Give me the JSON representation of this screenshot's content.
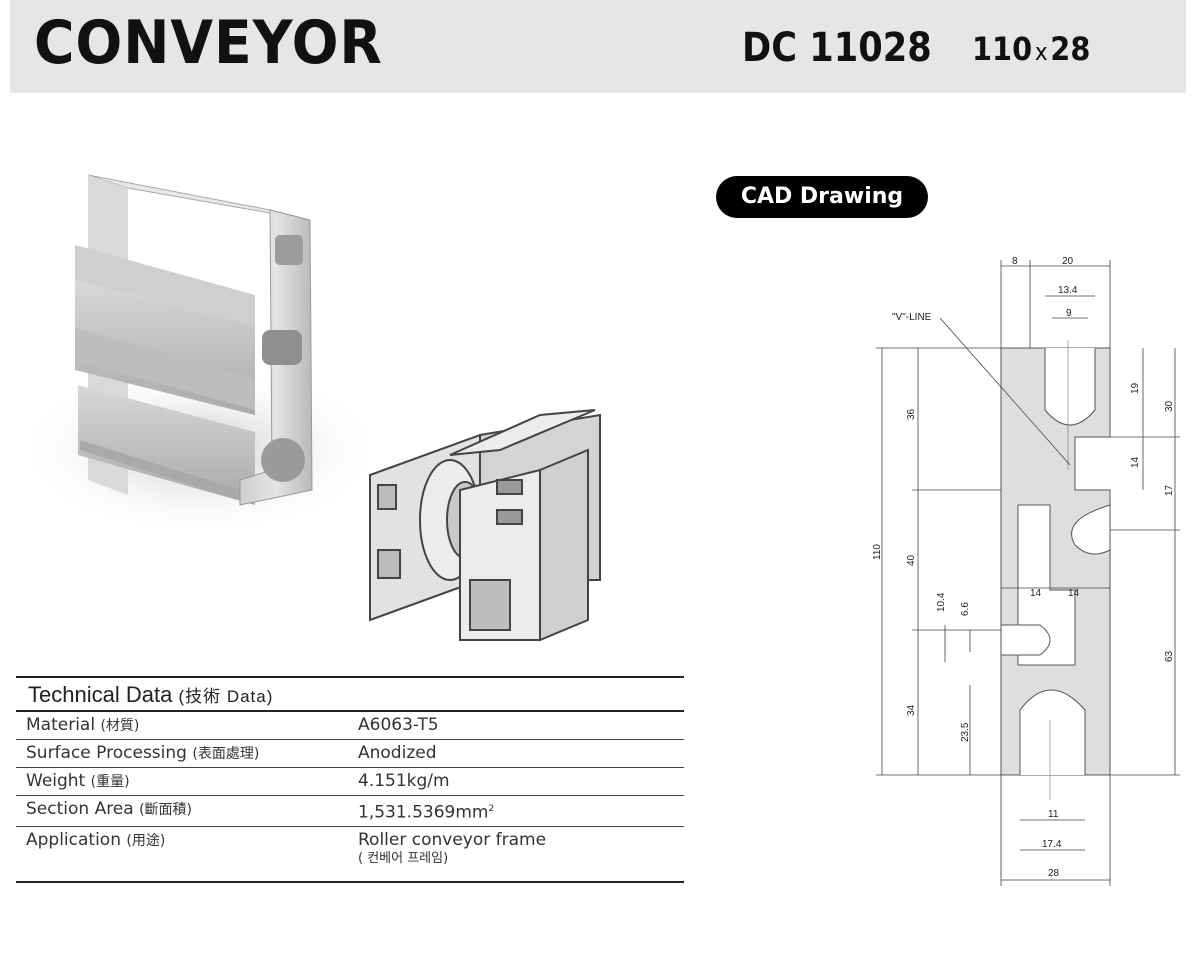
{
  "header": {
    "title": "CONVEYOR",
    "model": "DC 11028",
    "dim_w": "110",
    "dim_x": "x",
    "dim_h": "28"
  },
  "cad": {
    "label": "CAD Drawing",
    "v_line": "\"V\"-LINE",
    "dims": {
      "top_8": "8",
      "top_20": "20",
      "top_13_4": "13.4",
      "top_9": "9",
      "r_19": "19",
      "r_30": "30",
      "r_14": "14",
      "r_17": "17",
      "r_63": "63",
      "l_36": "36",
      "l_40": "40",
      "l_34": "34",
      "l_110": "110",
      "m_14a": "14",
      "m_14b": "14",
      "l_10_4": "10.4",
      "l_6_6": "6.6",
      "l_23_5": "23.5",
      "b_11": "11",
      "b_17_4": "17.4",
      "b_28": "28"
    }
  },
  "tech": {
    "title": "Technical Data",
    "title_sub": "(技術 Data)",
    "rows": [
      {
        "label": "Material",
        "label_cjk": "(材質)",
        "value": "A6063-T5"
      },
      {
        "label": "Surface Processing",
        "label_cjk": "(表面處理)",
        "value": "Anodized"
      },
      {
        "label": "Weight",
        "label_cjk": "(重量)",
        "value": "4.151kg/m"
      },
      {
        "label": "Section Area",
        "label_cjk": "(斷面積)",
        "value": "1,531.5369mm",
        "value_sup": "2"
      },
      {
        "label": "Application",
        "label_cjk": "(用途)",
        "value": "Roller conveyor frame",
        "value_note": "( 컨베어 프레임)"
      }
    ]
  }
}
